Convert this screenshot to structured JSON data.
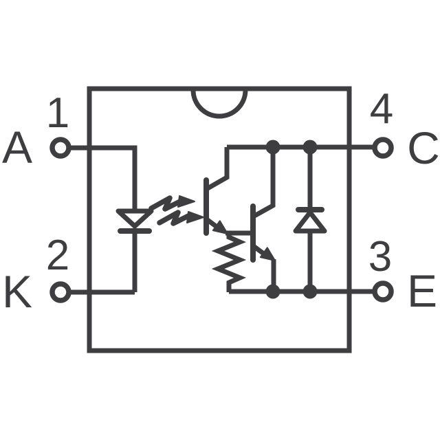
{
  "colors": {
    "line": "#3e3e40",
    "background": "#ffffff"
  },
  "diagram": {
    "kind": "optocoupler-internal-circuit",
    "pins": [
      {
        "number": "1",
        "label": "A"
      },
      {
        "number": "2",
        "label": "K"
      },
      {
        "number": "4",
        "label": "C"
      },
      {
        "number": "3",
        "label": "E"
      }
    ],
    "components": [
      "ic-body-with-notch",
      "led-symbol",
      "light-emission-arrows",
      "phototransistor",
      "output-transistor",
      "base-emitter-resistor",
      "protection-diode"
    ]
  }
}
